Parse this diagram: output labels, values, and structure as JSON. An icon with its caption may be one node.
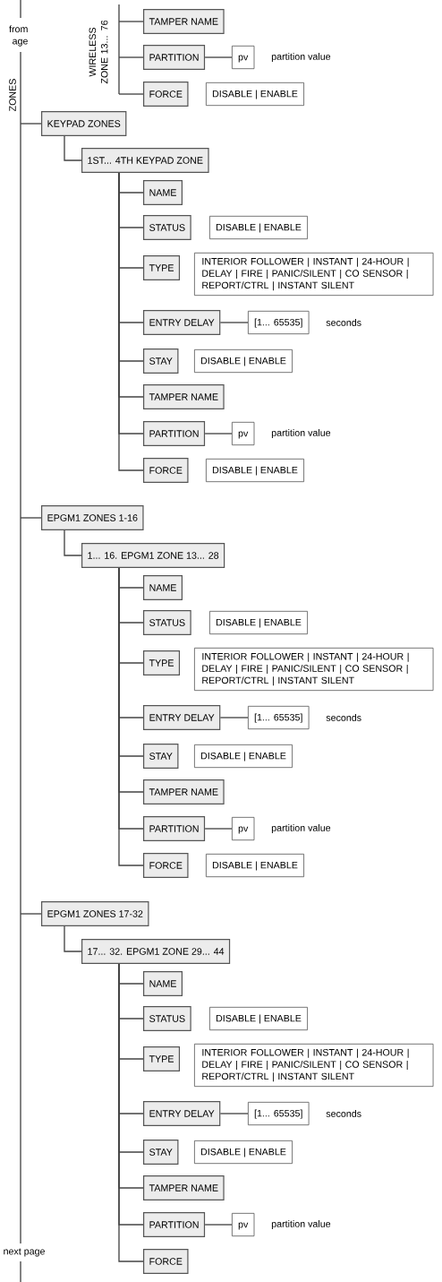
{
  "diagram": {
    "nodes": [
      {
        "text": [
          "TAMPER NAME"
        ]
      },
      {
        "text": [
          "PARTITION"
        ]
      },
      {
        "text": [
          "pv"
        ],
        "beside": [
          "partition value"
        ]
      },
      {
        "text": [
          "FORCE"
        ]
      },
      {
        "text": [
          "DISABLE | ENABLE"
        ]
      },
      {
        "text": [
          "KEYPAD ZONES"
        ]
      },
      {
        "text": [
          "1ST... 4TH KEYPAD ZONE"
        ]
      },
      {
        "text": [
          "NAME"
        ]
      },
      {
        "text": [
          "STATUS"
        ]
      },
      {
        "text": [
          "DISABLE | ENABLE"
        ]
      },
      {
        "text": [
          "TYPE"
        ]
      },
      {
        "text": [
          "INTERIOR FOLLOWER | INSTANT | 24-HOUR | DELAY | FIRE | PANIC/SILENT | CO SENSOR | REPORT/CTRL | INSTANT SILENT"
        ]
      },
      {
        "text": [
          "ENTRY DELAY"
        ]
      },
      {
        "text": [
          "[1... 65535]"
        ],
        "beside": [
          "seconds"
        ]
      },
      {
        "text": [
          "STAY"
        ]
      },
      {
        "text": [
          "DISABLE | ENABLE"
        ]
      },
      {
        "text": [
          "TAMPER NAME"
        ]
      },
      {
        "text": [
          "PARTITION"
        ]
      },
      {
        "text": [
          "pv"
        ],
        "beside": [
          "partition value"
        ]
      },
      {
        "text": [
          "FORCE"
        ]
      },
      {
        "text": [
          "DISABLE | ENABLE"
        ]
      },
      {
        "text": [
          "EPGM1 ZONES 1-16"
        ]
      },
      {
        "text": [
          "1... 16. EPGM1 ZONE 13... 28"
        ]
      },
      {
        "text": [
          "NAME"
        ]
      },
      {
        "text": [
          "STATUS"
        ]
      },
      {
        "text": [
          "DISABLE | ENABLE"
        ]
      },
      {
        "text": [
          "TYPE"
        ]
      },
      {
        "text": [
          "INTERIOR FOLLOWER | INSTANT | 24-HOUR | DELAY | FIRE | PANIC/SILENT | CO SENSOR | REPORT/CTRL | INSTANT SILENT"
        ]
      },
      {
        "text": [
          "ENTRY DELAY"
        ]
      },
      {
        "text": [
          "[1... 65535]"
        ],
        "beside": [
          "seconds"
        ]
      },
      {
        "text": [
          "STAY"
        ]
      },
      {
        "text": [
          "DISABLE | ENABLE"
        ]
      },
      {
        "text": [
          "TAMPER NAME"
        ]
      },
      {
        "text": [
          "PARTITION"
        ]
      },
      {
        "text": [
          "pv"
        ],
        "beside": [
          "partition value"
        ]
      },
      {
        "text": [
          "FORCE"
        ]
      },
      {
        "text": [
          "DISABLE | ENABLE"
        ]
      },
      {
        "text": [
          "EPGM1 ZONES 17-32"
        ]
      },
      {
        "text": [
          "17... 32. EPGM1 ZONE 29... 44"
        ]
      },
      {
        "text": [
          "NAME"
        ]
      },
      {
        "text": [
          "STATUS"
        ]
      },
      {
        "text": [
          "DISABLE | ENABLE"
        ]
      },
      {
        "text": [
          "TYPE"
        ]
      },
      {
        "text": [
          "INTERIOR FOLLOWER | INSTANT | 24-HOUR | DELAY | FIRE | PANIC/SILENT | CO SENSOR | REPORT/CTRL | INSTANT SILENT"
        ]
      },
      {
        "text": [
          "ENTRY DELAY"
        ]
      },
      {
        "text": [
          "[1... 65535]"
        ],
        "beside": [
          "seconds"
        ]
      },
      {
        "text": [
          "STAY"
        ]
      },
      {
        "text": [
          "DISABLE | ENABLE"
        ]
      },
      {
        "text": [
          "TAMPER NAME"
        ]
      },
      {
        "text": [
          "PARTITION"
        ]
      },
      {
        "text": [
          "pv"
        ],
        "beside": [
          "partition value"
        ]
      },
      {
        "text": [
          "FORCE"
        ]
      }
    ],
    "edges": [
      {
        "from": null,
        "to": 0,
        "arrow": "none"
      },
      {
        "from": null,
        "to": 1,
        "arrow": "none"
      },
      {
        "from": 1,
        "to": 2,
        "arrow": "none"
      },
      {
        "from": null,
        "to": 3,
        "arrow": "none"
      },
      {
        "from": null,
        "to": 5,
        "arrow": "none"
      },
      {
        "from": 5,
        "to": 6,
        "arrow": "none"
      },
      {
        "from": 6,
        "to": 7,
        "arrow": "none"
      },
      {
        "from": 6,
        "to": 8,
        "arrow": "none"
      },
      {
        "from": 6,
        "to": 10,
        "arrow": "none"
      },
      {
        "from": 6,
        "to": 12,
        "arrow": "none"
      },
      {
        "from": 12,
        "to": 13,
        "arrow": "none"
      },
      {
        "from": 6,
        "to": 14,
        "arrow": "none"
      },
      {
        "from": 6,
        "to": 16,
        "arrow": "none"
      },
      {
        "from": 6,
        "to": 17,
        "arrow": "none"
      },
      {
        "from": 17,
        "to": 18,
        "arrow": "none"
      },
      {
        "from": 6,
        "to": 19,
        "arrow": "none"
      },
      {
        "from": null,
        "to": 21,
        "arrow": "none"
      },
      {
        "from": 21,
        "to": 22,
        "arrow": "none"
      },
      {
        "from": 22,
        "to": 23,
        "arrow": "none"
      },
      {
        "from": 22,
        "to": 24,
        "arrow": "none"
      },
      {
        "from": 22,
        "to": 26,
        "arrow": "none"
      },
      {
        "from": 22,
        "to": 28,
        "arrow": "none"
      },
      {
        "from": 28,
        "to": 29,
        "arrow": "none"
      },
      {
        "from": 22,
        "to": 30,
        "arrow": "none"
      },
      {
        "from": 22,
        "to": 32,
        "arrow": "none"
      },
      {
        "from": 22,
        "to": 33,
        "arrow": "none"
      },
      {
        "from": 33,
        "to": 34,
        "arrow": "none"
      },
      {
        "from": 22,
        "to": 35,
        "arrow": "none"
      },
      {
        "from": null,
        "to": 37,
        "arrow": "none"
      },
      {
        "from": 37,
        "to": 38,
        "arrow": "none"
      },
      {
        "from": 38,
        "to": 39,
        "arrow": "none"
      },
      {
        "from": 38,
        "to": 40,
        "arrow": "none"
      },
      {
        "from": 38,
        "to": 42,
        "arrow": "none"
      },
      {
        "from": 38,
        "to": 44,
        "arrow": "none"
      },
      {
        "from": 44,
        "to": 45,
        "arrow": "none"
      },
      {
        "from": 38,
        "to": 46,
        "arrow": "none"
      },
      {
        "from": 38,
        "to": 48,
        "arrow": "none"
      },
      {
        "from": 38,
        "to": 49,
        "arrow": "none"
      },
      {
        "from": 49,
        "to": 50,
        "arrow": "none"
      },
      {
        "from": 38,
        "to": 51,
        "arrow": "none"
      }
    ],
    "labels": [
      "from age",
      "ZONES",
      "WIRELESS ZONE 13... 76",
      "next page"
    ]
  }
}
